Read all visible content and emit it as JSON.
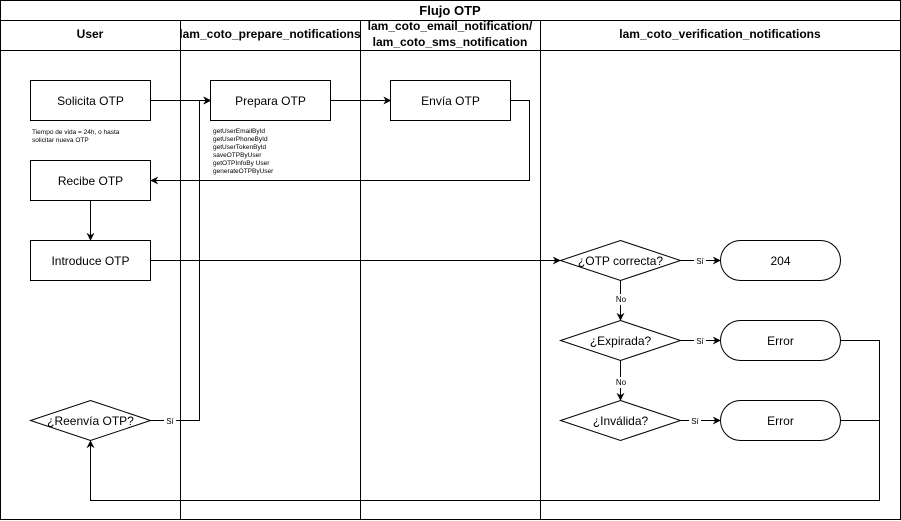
{
  "title": "Flujo OTP",
  "lanes": [
    {
      "name": "User",
      "lines": [
        "User"
      ]
    },
    {
      "name": "lam_coto_prepare_notifications",
      "lines": [
        "lam_coto_prepare_notifications"
      ]
    },
    {
      "name": "lam_coto_email_notification/lam_coto_sms_notification",
      "lines": [
        "lam_coto_email_notification/",
        "lam_coto_sms_notification"
      ]
    },
    {
      "name": "lam_coto_verification_notifications",
      "lines": [
        "lam_coto_verification_notifications"
      ]
    }
  ],
  "nodes": {
    "solicita": "Solicita OTP",
    "prepara": "Prepara OTP",
    "envia": "Envía OTP",
    "recibe": "Recibe OTP",
    "introduce": "Introduce OTP",
    "reenvia": "¿Reenvía OTP?",
    "correcta": "¿OTP correcta?",
    "expirada": "¿Expirada?",
    "invalida": "¿Inválida?",
    "ok204": "204",
    "error1": "Error",
    "error2": "Error"
  },
  "notes": {
    "ttl": [
      "Tiempo de vida = 24h, o hasta",
      "solicitar nueva OTP"
    ],
    "functions": [
      "getUserEmailById",
      "getUserPhoneById",
      "getUserTokenById",
      "saveOTPByUser",
      "getOTPInfoBy User",
      "generateOTPByUser"
    ]
  },
  "edge_labels": {
    "si_correcta": "Sí",
    "no_correcta": "No",
    "si_expirada": "Sí",
    "no_expirada": "No",
    "si_invalida": "Sí",
    "si_reenvia": "Sí"
  }
}
